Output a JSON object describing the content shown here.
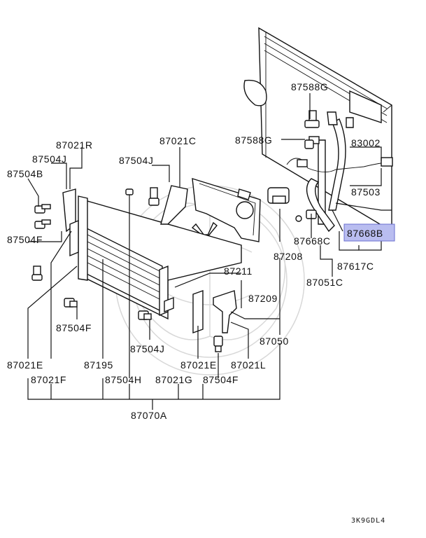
{
  "labels": {
    "p87588G_top": "87588G",
    "p87588G_mid": "87588G",
    "p83002": "83002",
    "p87503": "87503",
    "p87668B": "87668B",
    "p87668C": "87668C",
    "p87617C": "87617C",
    "p87051C": "87051C",
    "p87208": "87208",
    "p87021R": "87021R",
    "p87504J_left": "87504J",
    "p87021C": "87021C",
    "p87504J_mid": "87504J",
    "p87504B": "87504B",
    "p87504F_left": "87504F",
    "p87211": "87211",
    "p87209": "87209",
    "p87504F_mid": "87504F",
    "p87050": "87050",
    "p87504J_low": "87504J",
    "p87021E_left": "87021E",
    "p87195": "87195",
    "p87021E_mid": "87021E",
    "p87021L": "87021L",
    "p87021F": "87021F",
    "p87504H": "87504H",
    "p87021G": "87021G",
    "p87504F_low": "87504F",
    "p87070A": "87070A"
  },
  "diagram_code": "3K9GDL4",
  "highlight_color": "#b9bdf0"
}
